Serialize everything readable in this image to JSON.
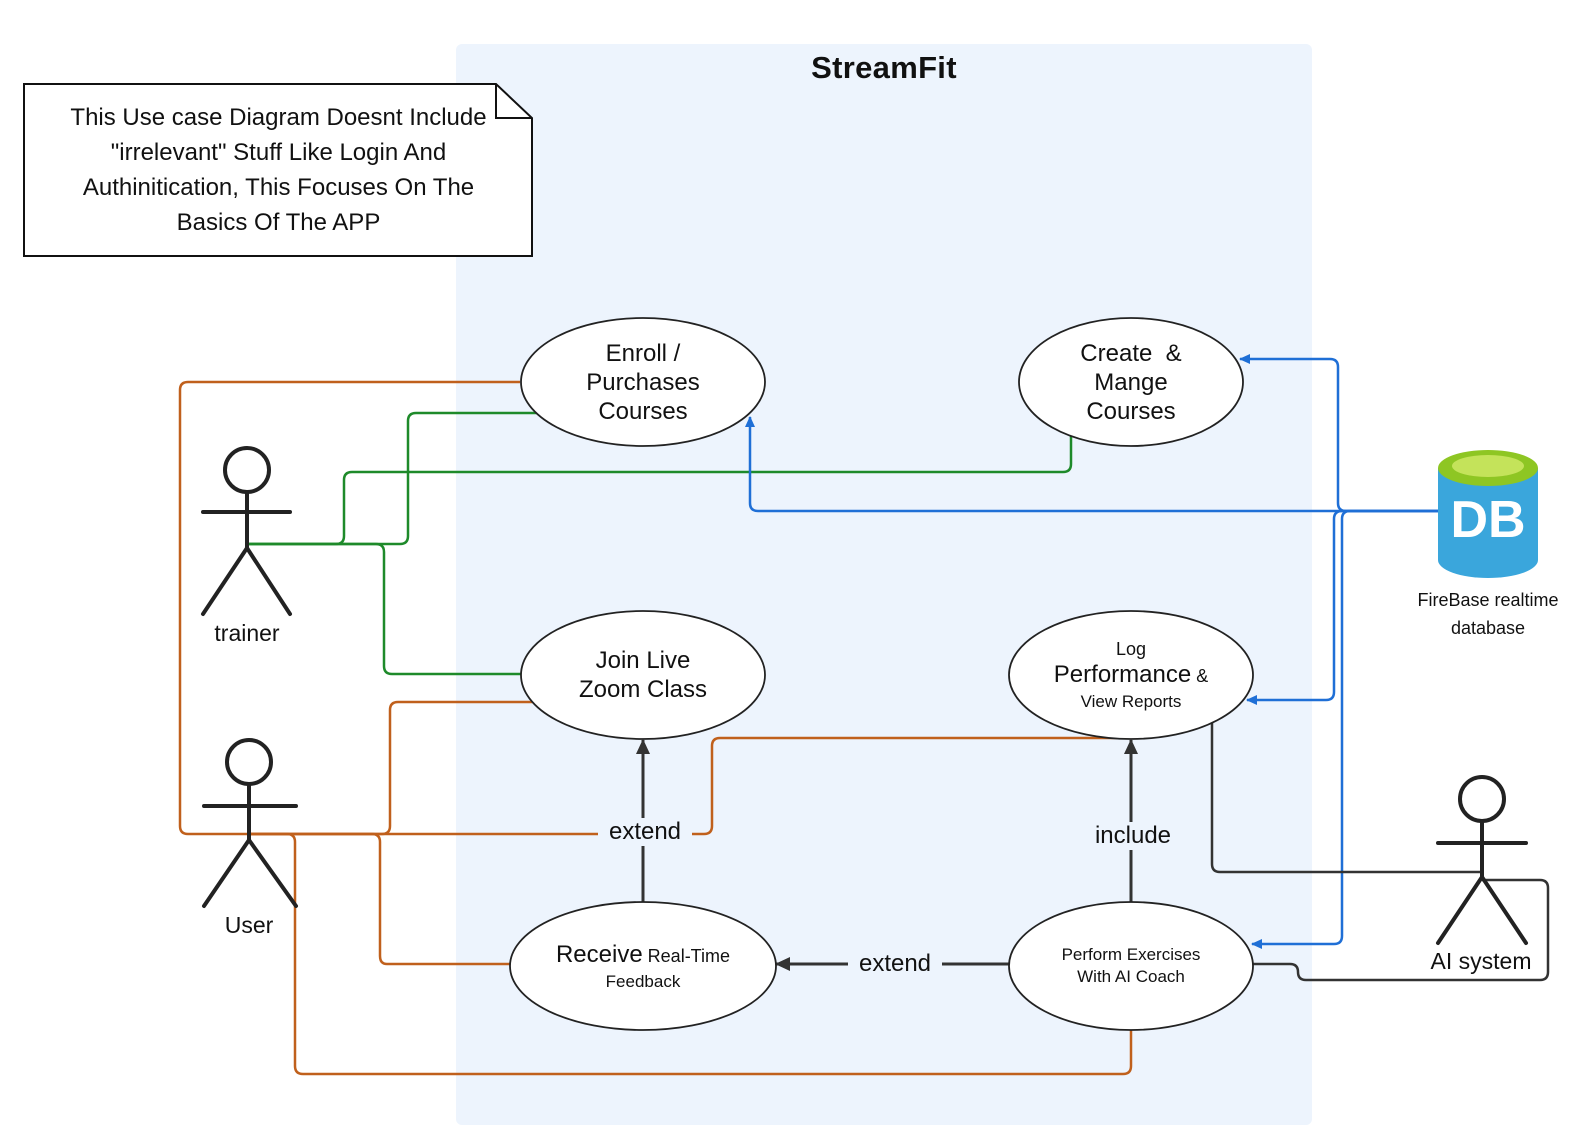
{
  "system": {
    "title": "StreamFit"
  },
  "note": {
    "lines": [
      "This Use case Diagram Doesnt Include",
      "\"irrelevant\" Stuff Like Login And",
      "Authinitication, This Focuses On The",
      "Basics Of The APP"
    ]
  },
  "actors": {
    "trainer": "trainer",
    "user": "User",
    "ai_system": "AI system"
  },
  "use_cases": {
    "enroll": [
      "Enroll /",
      "Purchases",
      "Courses"
    ],
    "create": [
      "Create  &",
      "Mange",
      "Courses"
    ],
    "join": [
      "Join Live",
      "Zoom Class"
    ],
    "log": {
      "line1": "Log",
      "line2_main": "Performance",
      "line2_small": " &",
      "line3": "View Reports"
    },
    "receive": {
      "line1_main": "Receive",
      "line1_small": " Real-Time",
      "line2": "Feedback"
    },
    "perform": [
      "Perform Exercises",
      "With AI Coach"
    ]
  },
  "relations": {
    "extend_join": "extend",
    "include_log": "include",
    "extend_receive": "extend"
  },
  "database": {
    "icon_text": "DB",
    "caption_lines": [
      "FireBase realtime",
      "database"
    ]
  },
  "colors": {
    "system_bg": "#edf4fd",
    "user_links": "#c0601c",
    "trainer_links": "#1e8a2a",
    "database_links": "#1f6fd6",
    "ai_links": "#333333",
    "db_cylinder": "#3aa6dc",
    "db_top": "#a8d42a"
  }
}
